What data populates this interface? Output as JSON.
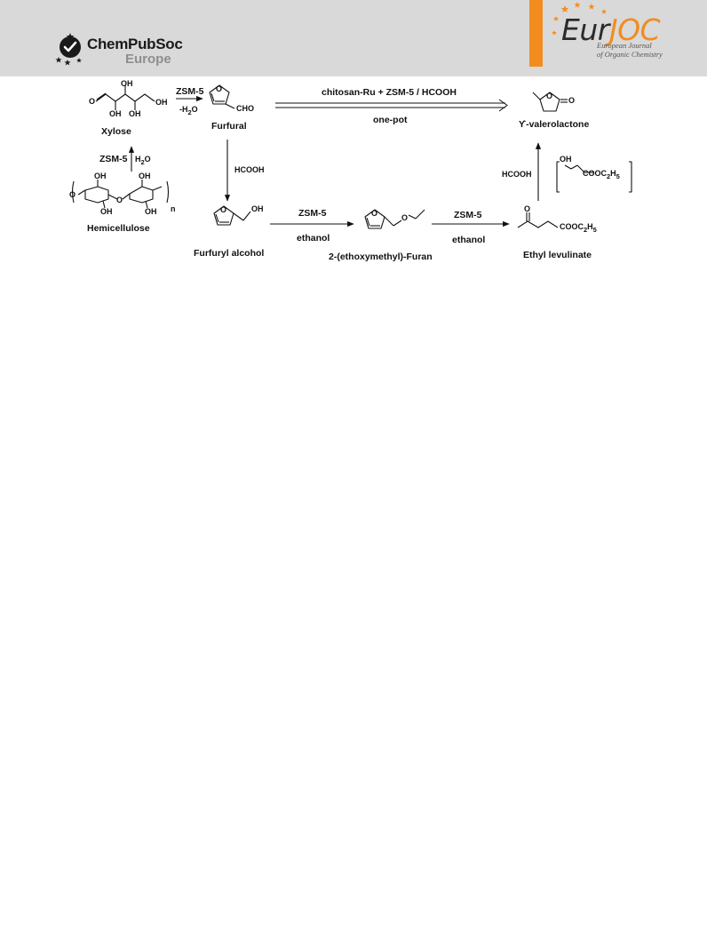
{
  "header": {
    "left_logo": {
      "name_text": "ChemPubSoc",
      "region_text": "Europe"
    },
    "right_logo": {
      "title_part1": "Eur",
      "title_part2": "JOC",
      "subtitle_line1": "European Journal",
      "subtitle_line2": "of Organic Chemistry"
    },
    "colors": {
      "band": "#d9d9d9",
      "accent": "#f28c1f"
    }
  },
  "scheme": {
    "compounds": {
      "xylose": "Xylose",
      "furfural": "Furfural",
      "gvl": "ϒ-valerolactone",
      "hemicellulose": "Hemicellulose",
      "furfuryl_alcohol": "Furfuryl alcohol",
      "ethoxymethyl_furan": "2-(ethoxymethyl)-Furan",
      "ethyl_levulinate": "Ethyl levulinate"
    },
    "reagents": {
      "xylose_to_furfural": "ZSM-5",
      "xylose_to_furfural_sub_prefix": "-H",
      "xylose_to_furfural_sub_index": "2",
      "xylose_to_furfural_sub_suffix": "O",
      "one_pot_top": "chitosan-Ru + ZSM-5 / HCOOH",
      "one_pot_bottom": "one-pot",
      "hemi_to_xylose_left": "ZSM-5",
      "hemi_to_xylose_right_prefix": "H",
      "hemi_to_xylose_right_index": "2",
      "hemi_to_xylose_right_suffix": "O",
      "furfural_to_alcohol": "HCOOH",
      "alcohol_to_ether_top": "ZSM-5",
      "alcohol_to_ether_bottom": "ethanol",
      "ether_to_el_top": "ZSM-5",
      "ether_to_el_bottom": "ethanol",
      "el_to_gvl": "HCOOH"
    },
    "atoms": {
      "oh": "OH",
      "o": "O",
      "cho": "CHO",
      "n": "n",
      "ester_prefix": "COOC",
      "ester_index1": "2",
      "ester_suffix": "H",
      "ester_index2": "5"
    }
  }
}
